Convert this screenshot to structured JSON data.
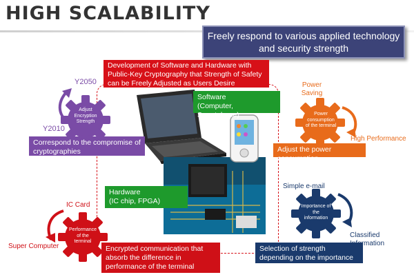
{
  "title": "HIGH SCALABILITY",
  "banner": "Freely respond to various applied technology and security strength",
  "top_box": "Development of Software and Hardware with Public-Key Cryptography that Strength of Safety can be Freely Adjusted as Users Desire",
  "software_box": "Software\n(Computer, Smartphone)",
  "hardware_box": "Hardware\n(IC chip, FPGA)",
  "encryption_gear": {
    "label": "Adjust Encryption Strength",
    "top_label": "Y2050",
    "bottom_label": "Y2010",
    "caption": "Correspond to the compromise of cryptographies",
    "color": "#7a4ba6"
  },
  "power_gear": {
    "label": "Power consumption of the terminal",
    "top_label": "Power Saving",
    "bottom_label": "High Performance",
    "caption": "Adjust the power consumption",
    "color": "#e86b1b"
  },
  "info_gear": {
    "label": "Importance of the information",
    "top_label": "Simple e-mail",
    "bottom_label": "Classified Information",
    "caption": "Selection of strength depending on the importance of information",
    "color": "#1a3a6c"
  },
  "terminal_gear": {
    "label": "Performance of the terminal",
    "top_label": "IC Card",
    "bottom_label": "Super Computer",
    "caption": "Encrypted communication that absorb the difference in performance of the terminal",
    "color": "#cf1017"
  }
}
